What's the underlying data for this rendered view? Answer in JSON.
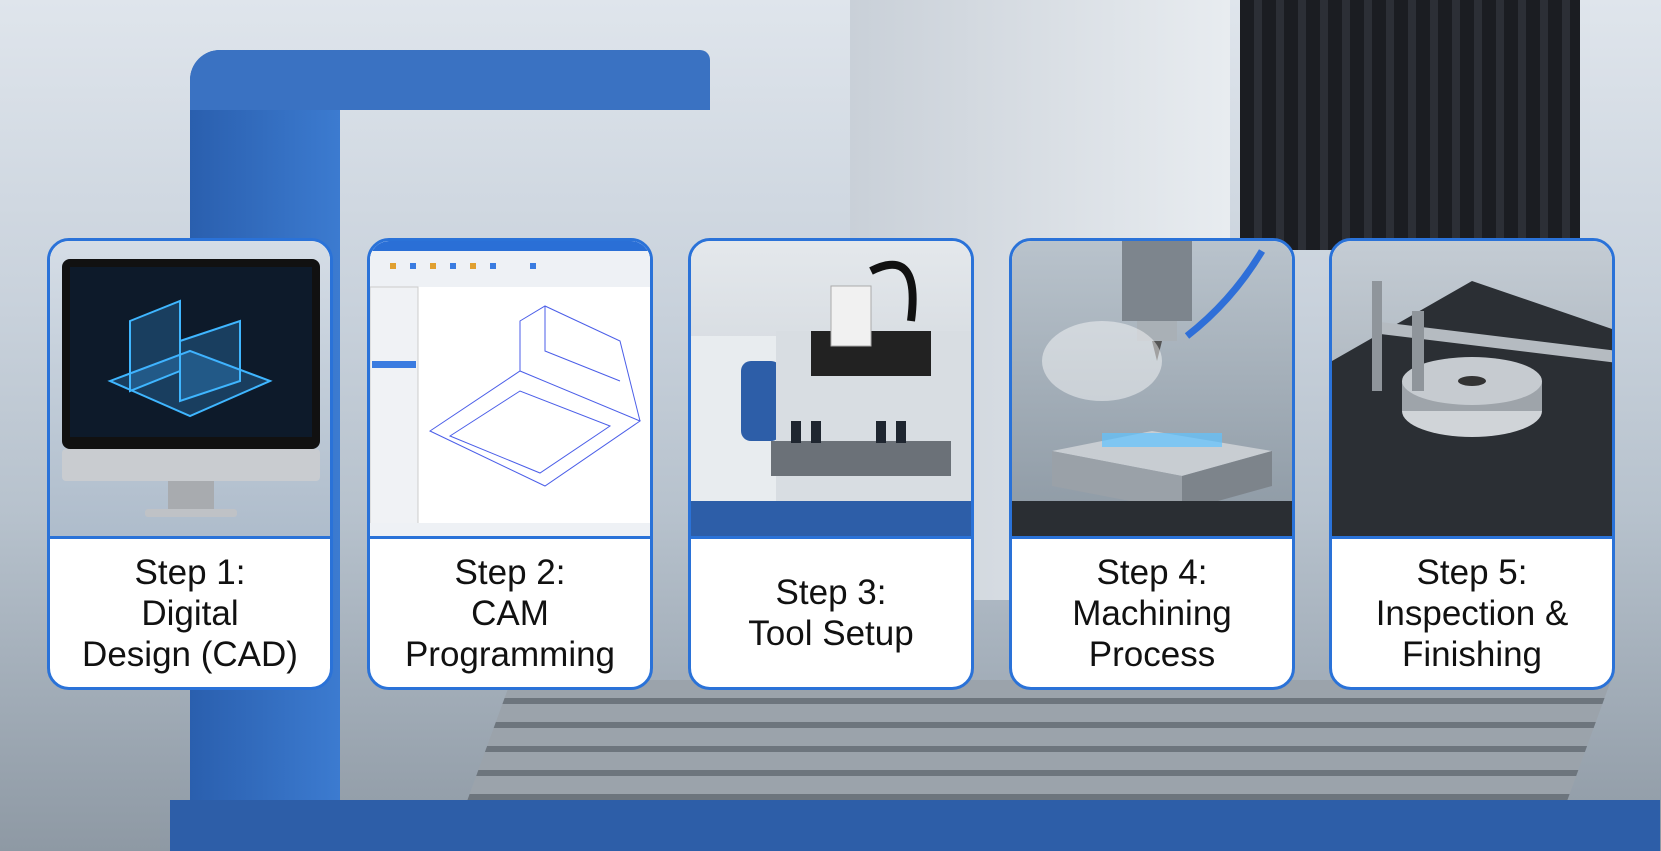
{
  "steps": [
    {
      "step": "Step 1:",
      "title_lines": [
        "Digital",
        "Design (CAD)"
      ],
      "image": "cad-monitor"
    },
    {
      "step": "Step 2:",
      "title_lines": [
        "CAM",
        "Programming"
      ],
      "image": "cam-software"
    },
    {
      "step": "Step 3:",
      "title_lines": [
        "Tool Setup"
      ],
      "image": "cnc-machine"
    },
    {
      "step": "Step 4:",
      "title_lines": [
        "Machining",
        "Process"
      ],
      "image": "milling-spindle"
    },
    {
      "step": "Step 5:",
      "title_lines": [
        "Inspection &",
        "Finishing"
      ],
      "image": "caliper-inspection"
    }
  ],
  "colors": {
    "card_border": "#2a72d8",
    "machine_blue": "#2d5ea8"
  }
}
